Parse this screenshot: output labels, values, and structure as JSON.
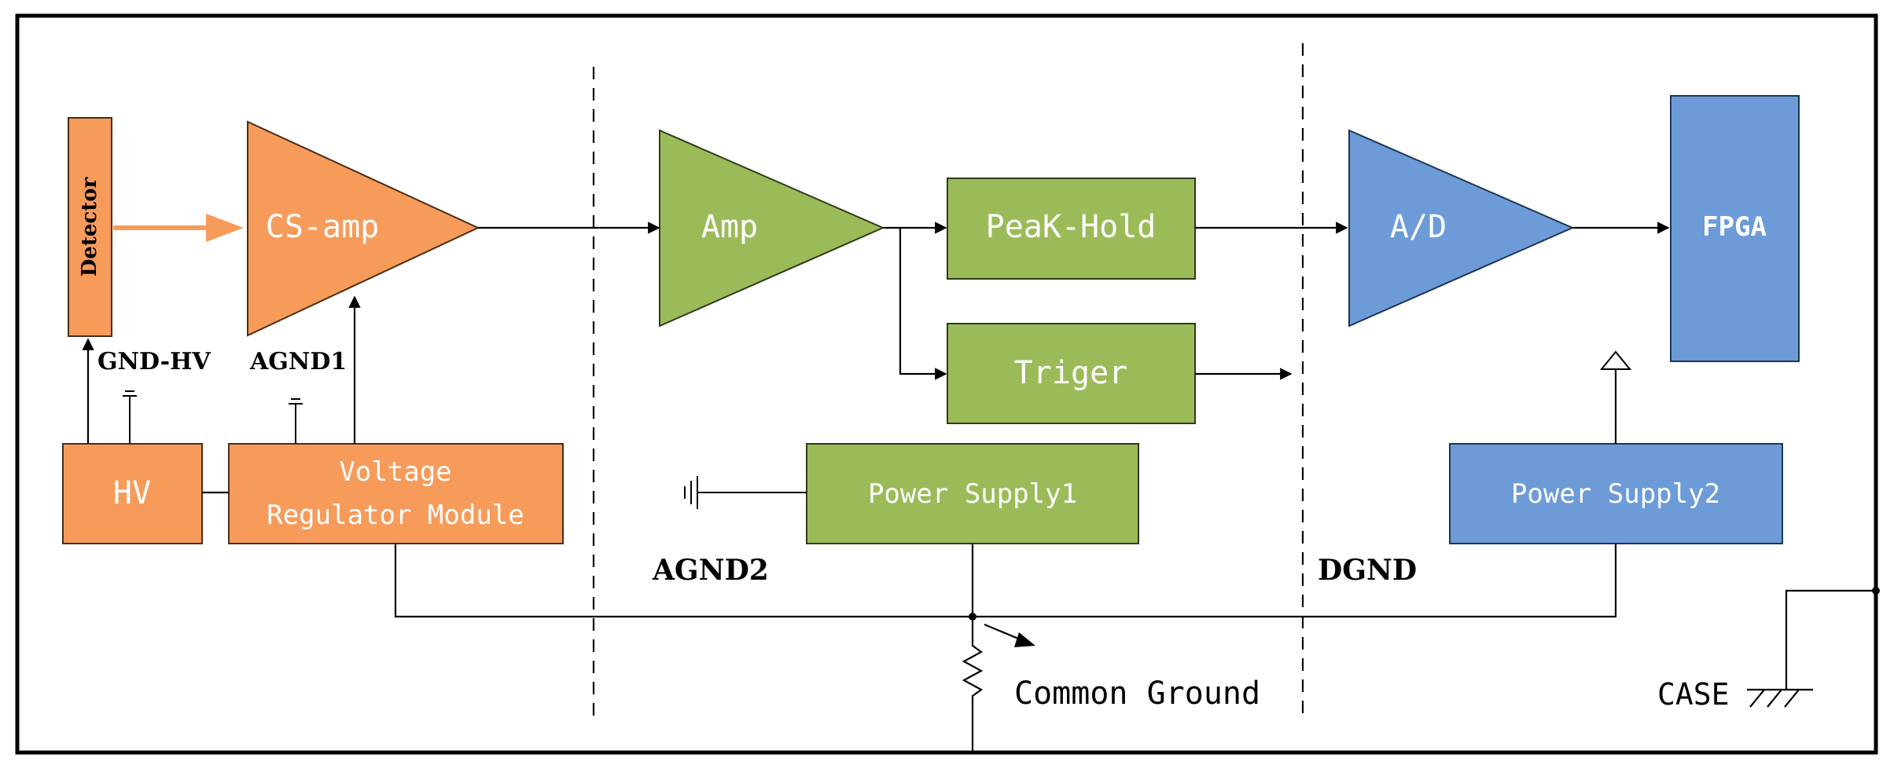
{
  "colors": {
    "orange": "#F79B5B",
    "orange_stroke": "#4A2E16",
    "green": "#9BBB59",
    "green_stroke": "#2F3B1A",
    "blue": "#6C9BD8",
    "blue_stroke": "#1F3552",
    "arrow_orange": "#F79B5B",
    "line": "#000000"
  },
  "blocks": {
    "detector": "Detector",
    "cs_amp": "CS-amp",
    "hv": "HV",
    "voltage_regulator_line1": "Voltage",
    "voltage_regulator_line2": "Regulator Module",
    "amp": "Amp",
    "peak_hold": "PeaK-Hold",
    "triger": "Triger",
    "power_supply1": "Power Supply1",
    "ad": "A/D",
    "fpga": "FPGA",
    "power_supply2": "Power Supply2"
  },
  "labels": {
    "gnd_hv": "GND-HV",
    "agnd1": "AGND1",
    "agnd2": "AGND2",
    "dgnd": "DGND",
    "common_ground": "Common Ground",
    "case": "CASE"
  },
  "icons": {
    "ground": "ground-symbol-icon",
    "chassis": "chassis-ground-icon",
    "resistor": "resistor-icon",
    "switch": "switch-icon",
    "hollow_arrow": "hollow-arrow-icon"
  }
}
